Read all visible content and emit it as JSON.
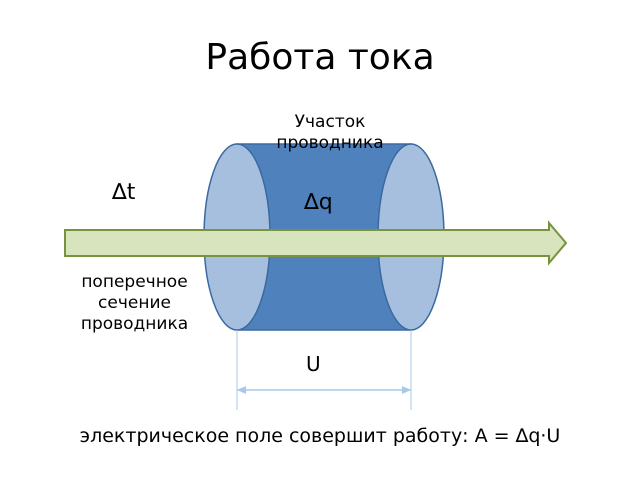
{
  "title": "Работа тока",
  "labels": {
    "segment": "Участок проводника",
    "delta_t": "∆t",
    "delta_q": "∆q",
    "cross_section": "поперечное сечение проводника",
    "voltage": "U"
  },
  "conclusion": "электрическое поле совершит работу: A = ∆q·U",
  "colors": {
    "cylinder_body": "#4f81bd",
    "cylinder_end": "#a7bfde",
    "arrow_fill": "#d7e4bd",
    "arrow_stroke": "#77933c",
    "dimension_line": "#a6c9e8"
  }
}
